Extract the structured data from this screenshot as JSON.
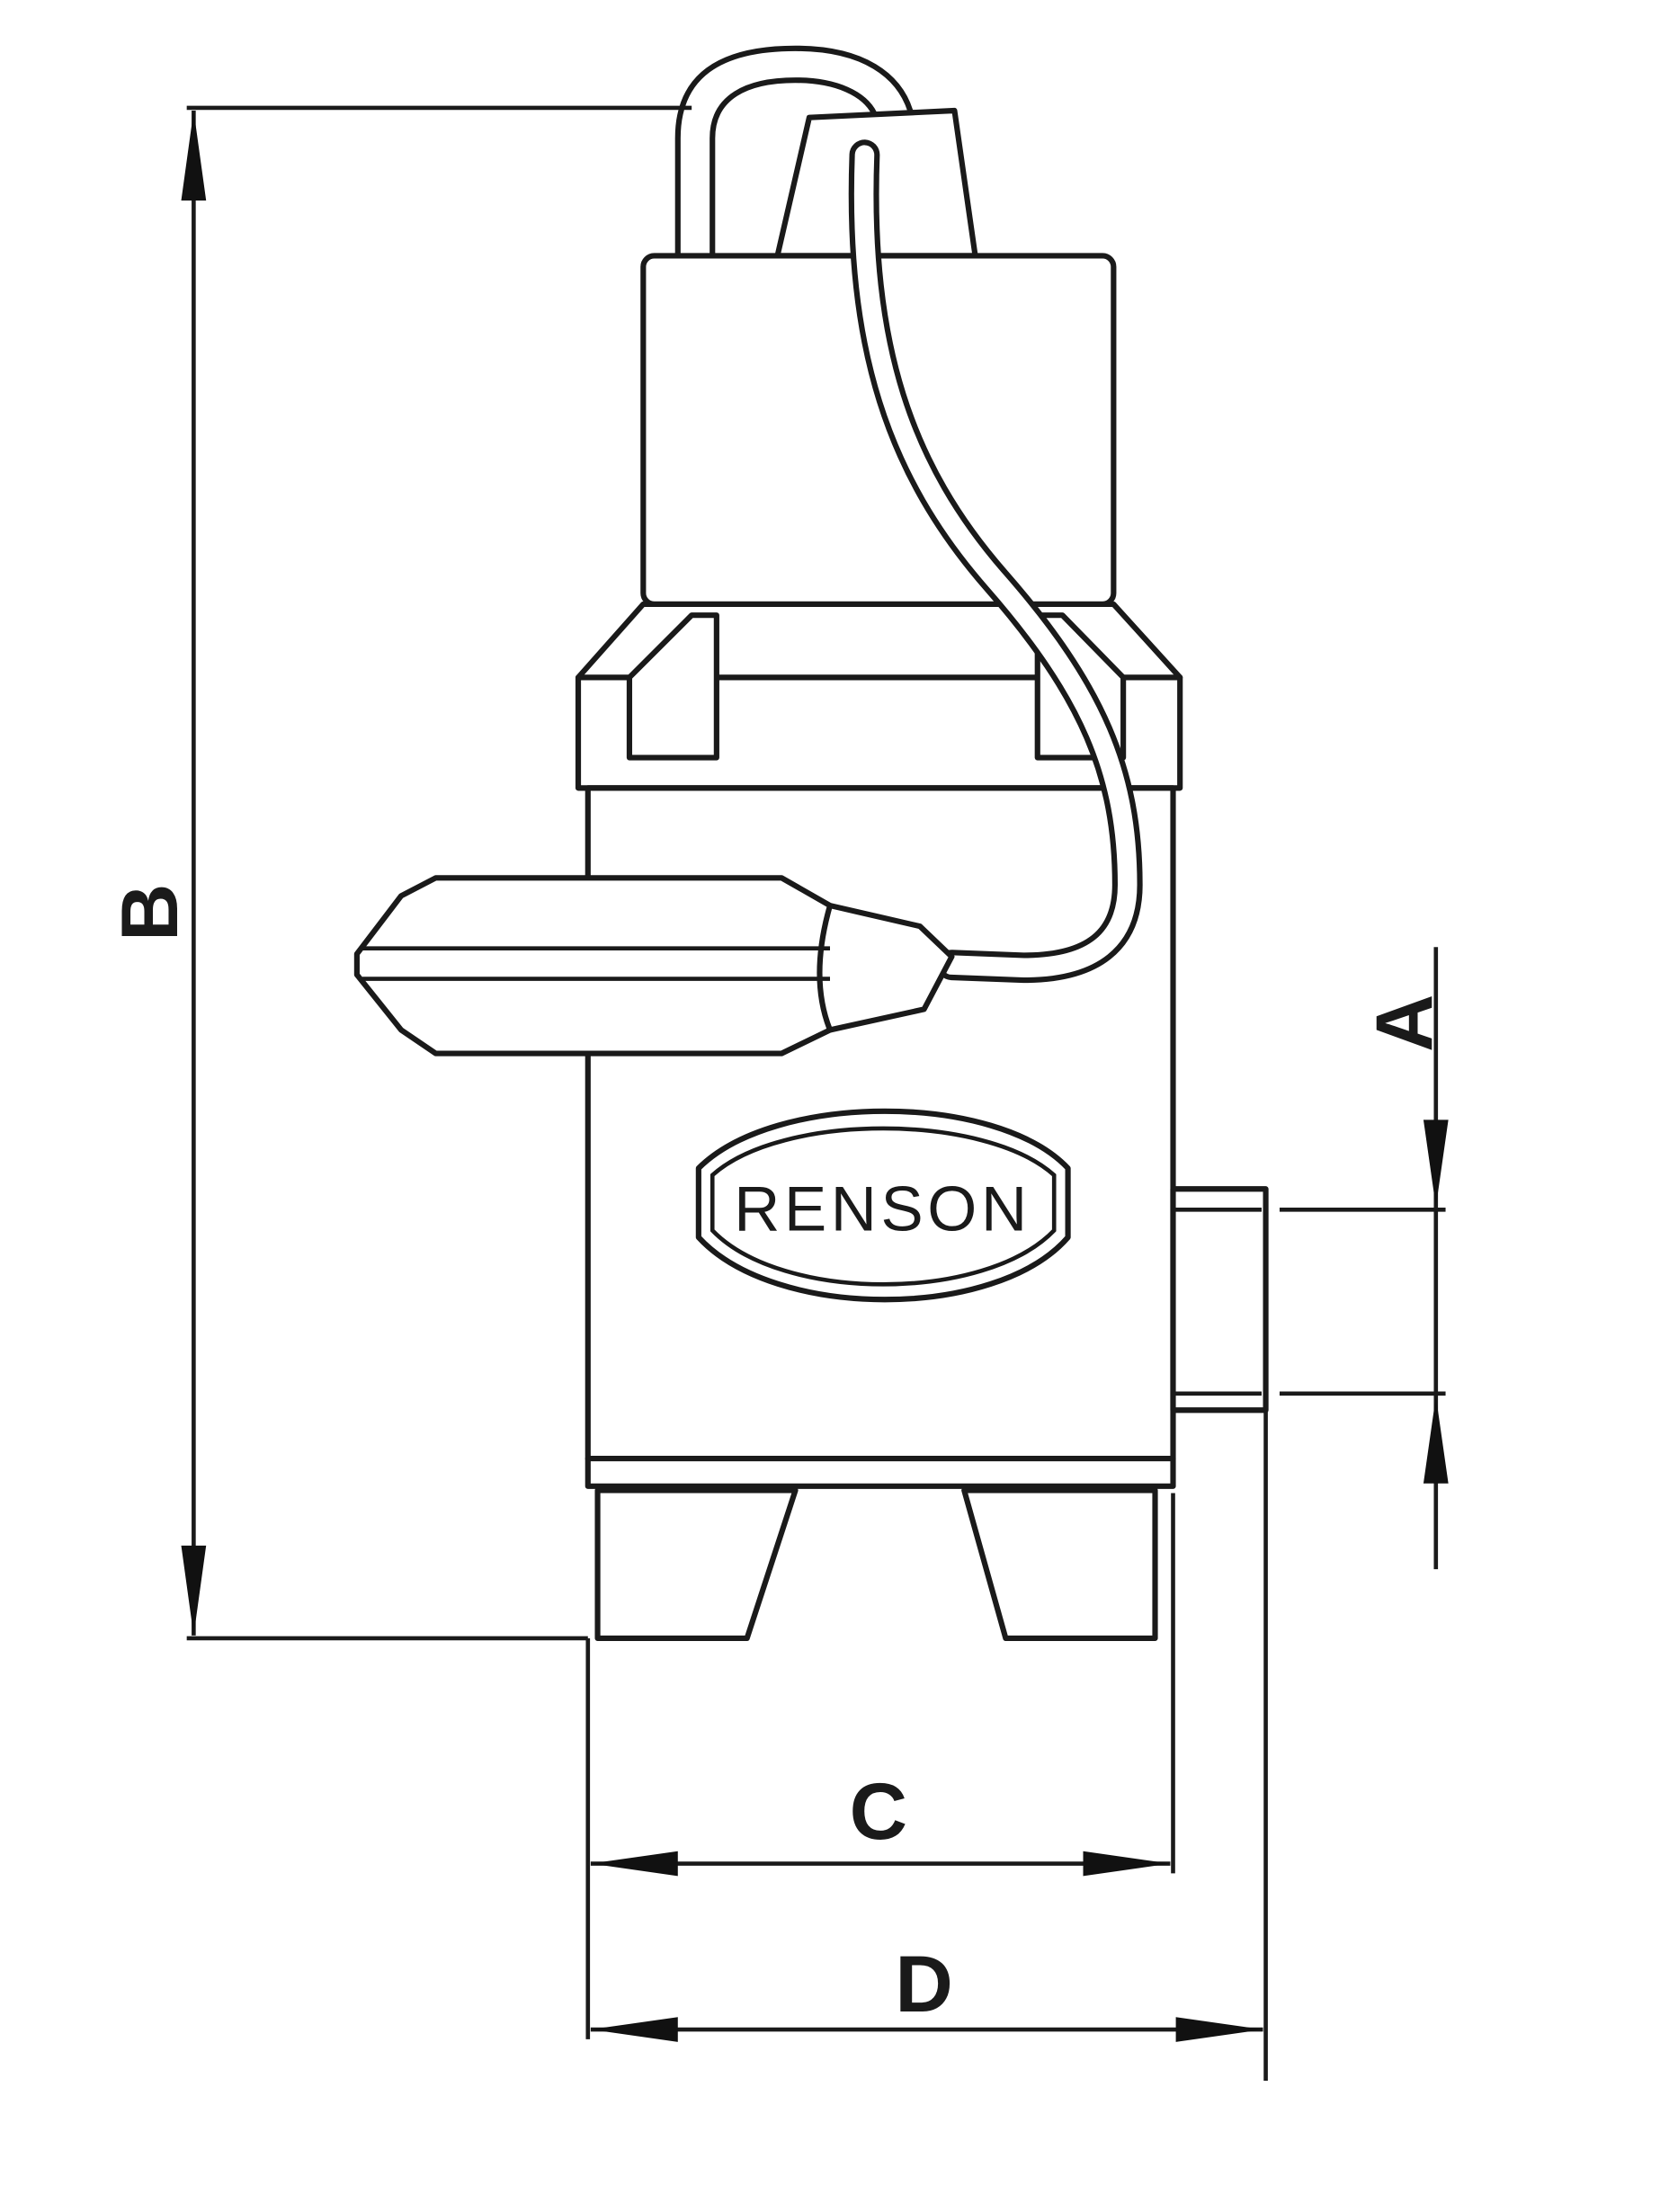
{
  "diagram": {
    "dimensions": {
      "a": "A",
      "b": "B",
      "c": "C",
      "d": "D"
    },
    "logo_text": "RENSON",
    "line_color": "#1a1a1a"
  }
}
